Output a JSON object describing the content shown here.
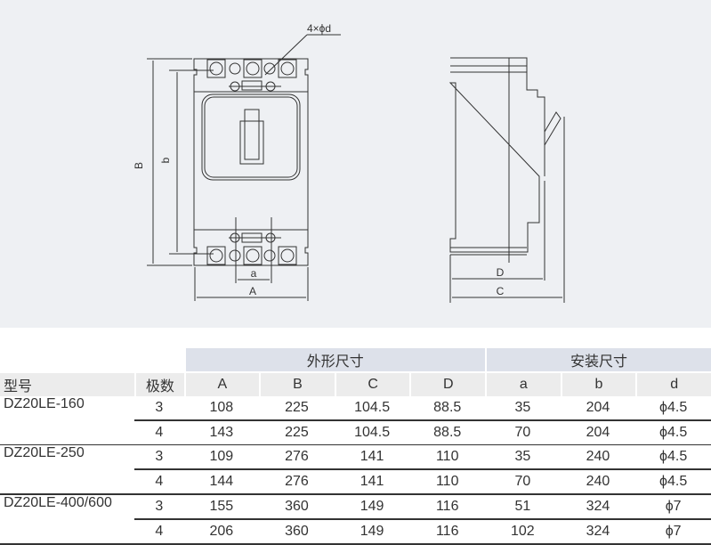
{
  "drawing": {
    "front_labels": {
      "holes": "4×ϕd",
      "B": "B",
      "b": "b",
      "a": "a",
      "A": "A"
    },
    "side_labels": {
      "D": "D",
      "C": "C"
    }
  },
  "table": {
    "group_headers": [
      "外形尺寸",
      "安装尺寸"
    ],
    "columns": [
      "型号",
      "极数",
      "A",
      "B",
      "C",
      "D",
      "a",
      "b",
      "d"
    ],
    "groups": [
      {
        "model": "DZ20LE-160",
        "rows": [
          [
            "3",
            "108",
            "225",
            "104.5",
            "88.5",
            "35",
            "204",
            "ϕ4.5"
          ],
          [
            "4",
            "143",
            "225",
            "104.5",
            "88.5",
            "70",
            "204",
            "ϕ4.5"
          ]
        ]
      },
      {
        "model": "DZ20LE-250",
        "rows": [
          [
            "3",
            "109",
            "276",
            "141",
            "110",
            "35",
            "240",
            "ϕ4.5"
          ],
          [
            "4",
            "144",
            "276",
            "141",
            "110",
            "70",
            "240",
            "ϕ4.5"
          ]
        ]
      },
      {
        "model": "DZ20LE-400/600",
        "rows": [
          [
            "3",
            "155",
            "360",
            "149",
            "116",
            "51",
            "324",
            "ϕ7"
          ],
          [
            "4",
            "206",
            "360",
            "149",
            "116",
            "102",
            "324",
            "ϕ7"
          ]
        ]
      }
    ]
  }
}
